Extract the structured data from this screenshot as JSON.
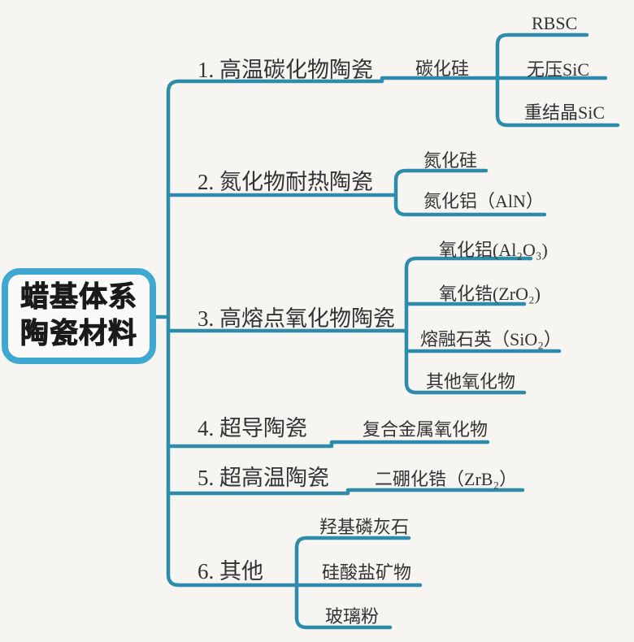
{
  "root": {
    "line1": "蜡基体系",
    "line2": "陶瓷材料"
  },
  "branches": [
    {
      "label": "1. 高温碳化物陶瓷",
      "intermediate": "碳化硅",
      "children": [
        "RBSC",
        "无压SiC",
        "重结晶SiC"
      ]
    },
    {
      "label": "2. 氮化物耐热陶瓷",
      "children": [
        "氮化硅",
        "氮化铝（AlN）"
      ]
    },
    {
      "label": "3. 高熔点氧化物陶瓷",
      "children": [
        "氧化铝(Al₂O₃)",
        "氧化锆(ZrO₂)",
        "熔融石英（SiO₂）",
        "其他氧化物"
      ]
    },
    {
      "label": "4. 超导陶瓷",
      "children": [
        "复合金属氧化物"
      ]
    },
    {
      "label": "5. 超高温陶瓷",
      "children": [
        "二硼化锆（ZrB₂）"
      ]
    },
    {
      "label": "6. 其他",
      "children": [
        "羟基磷灰石",
        "硅酸盐矿物",
        "玻璃粉"
      ]
    }
  ],
  "colors": {
    "line": "#2d8ca9",
    "root_border": "#3fa8d0",
    "text": "#333333",
    "root_text": "#1a1a1a",
    "background": "#f6f5f2"
  }
}
